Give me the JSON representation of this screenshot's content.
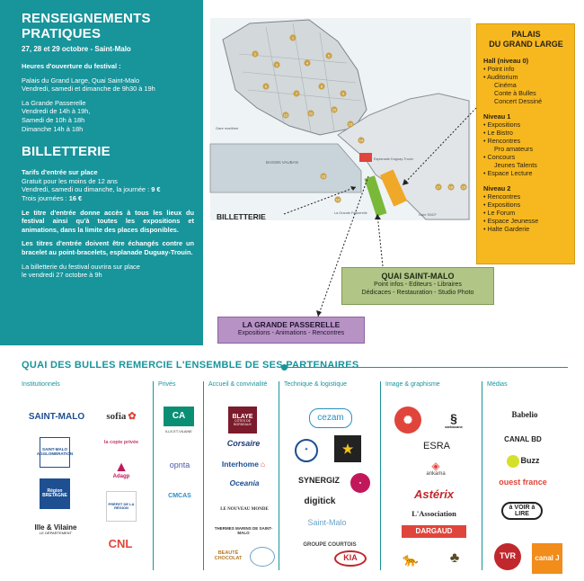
{
  "info": {
    "heading": "RENSEIGNEMENTS PRATIQUES",
    "dates": "27, 28 et 29 octobre - Saint-Malo",
    "hours_title": "Heures d'ouverture du festival :",
    "palais_line1": "Palais du Grand Large, Quai Saint-Malo",
    "palais_line2": "Vendredi, samedi et dimanche de 9h30 à 19h",
    "passerelle_title": "La Grande Passerelle",
    "passerelle_line1": "Vendredi de 14h à 19h,",
    "passerelle_line2": "Samedi de 10h à 18h",
    "passerelle_line3": "Dimanche 14h à 18h"
  },
  "billetterie": {
    "heading": "BILLETTERIE",
    "tarifs_title": "Tarifs d'entrée sur place",
    "tarif1": "Gratuit pour les moins de 12 ans",
    "tarif2_prefix": "Vendredi, samedi ou dimanche, la journée : ",
    "tarif2_price": "9 €",
    "tarif3_prefix": "Trois journées : ",
    "tarif3_price": "16 €",
    "note1": "Le titre d'entrée donne accès à tous les lieux du festival ainsi qu'à toutes les expositions et animations, dans la limite des places disponibles.",
    "note2": "Les titres d'entrée doivent être échangés contre un bracelet au point-bracelets, esplanade Duguay-Trouin.",
    "opening1": "La billetterie du festival ouvrira sur place",
    "opening2": "le vendredi 27 octobre à 9h"
  },
  "map": {
    "billetterie_label": "BILLETTERIE",
    "quai_title": "QUAI SAINT-MALO",
    "quai_desc1": "Point infos - Editeurs - Libraires",
    "quai_desc2": "Dédicaces - Restauration - Studio Photo",
    "passerelle_title": "LA GRANDE PASSERELLE",
    "passerelle_desc": "Expositions - Animations - Rencontres",
    "palais_title1": "PALAIS",
    "palais_title2": "DU GRAND LARGE",
    "hall_title": "Hall (niveau 0)",
    "hall_items": [
      "Point info",
      "Auditorium"
    ],
    "hall_sub": [
      "Cinéma",
      "Conte à Bulles",
      "Concert Dessiné"
    ],
    "niveau1_title": "Niveau 1",
    "niveau1_items": [
      "Expositions",
      "Le Bistro",
      "Rencontres"
    ],
    "niveau1_sub1": "Pro amateurs",
    "niveau1_items2": [
      "Concours"
    ],
    "niveau1_sub2": "Jeunes Talents",
    "niveau1_items3": [
      "Espace Lecture"
    ],
    "niveau2_title": "Niveau 2",
    "niveau2_items": [
      "Rencontres",
      "Expositions",
      "Le Forum",
      "Espace Jeunesse",
      "Halte Garderie"
    ],
    "markers": [
      "1",
      "2",
      "3",
      "4",
      "5",
      "6",
      "7",
      "8",
      "9",
      "10",
      "11",
      "12",
      "13",
      "14",
      "15",
      "16",
      "17",
      "18",
      "19"
    ],
    "small_labels": {
      "gare_maritime": "Gare maritime",
      "bassin": "BASSIN VAUBAN",
      "gare_sncf": "Gare SNCF",
      "passerelle_small": "La Grande Passerelle",
      "duguay": "Esplanade Duguay-Trouin"
    }
  },
  "partners": {
    "title": "QUAI DES BULLES REMERCIE L'ENSEMBLE DE SES PARTENAIRES",
    "columns": {
      "institutionnels": "Institutionnels",
      "prives": "Privés",
      "accueil": "Accueil & convivialité",
      "technique": "Technique & logistique",
      "image": "Image & graphisme",
      "medias": "Médias"
    },
    "logos": {
      "saint_malo": "SAINT-MALO",
      "sofia": "sofia",
      "agglo": "SAINT-MALO AGGLOMÉRATION",
      "cfc": "la copie privée",
      "adagp": "Adagp",
      "region": "Région BRETAGNE",
      "prefet": "PRÉFET DE LA RÉGION",
      "ille_vilaine": "Ille & Vilaine",
      "ille_vilaine_sub": "LE DÉPARTEMENT",
      "cnl": "CNL",
      "ca": "CA",
      "ca_sub": "ILLE-ET-VILAINE",
      "opnta": "opnta",
      "cmcas": "CMCAS",
      "blaye": "BLAYE",
      "blaye_sub": "CÔTES DE BORDEAUX",
      "corsaire": "Corsaire",
      "interhome": "Interhome",
      "oceania": "Oceania",
      "nouveau_monde": "LE NOUVEAU MONDE",
      "thermes": "THERMES MARINS DE SAINT-MALO",
      "beaute": "BEAUTÉ CHOCOLAT",
      "cezam": "cezam",
      "synergiz": "SYNERGIZ",
      "digitick": "digitick",
      "saint_malo_small": "Saint-Malo",
      "courtois": "GROUPE COURTOIS",
      "kia": "KIA",
      "sarbacane": "sarbacane",
      "esra": "ESRA",
      "ankama": "ankama",
      "asterix": "Astérix",
      "association": "L'Association",
      "dargaud": "DARGAUD",
      "babelio": "Babelio",
      "canalbd": "CANAL BD",
      "buzz": "Buzz",
      "ouest_france": "ouest france",
      "voir_lire": "à VOIR à LIRE",
      "tvr": "TVR",
      "canal_j": "canal J"
    }
  }
}
